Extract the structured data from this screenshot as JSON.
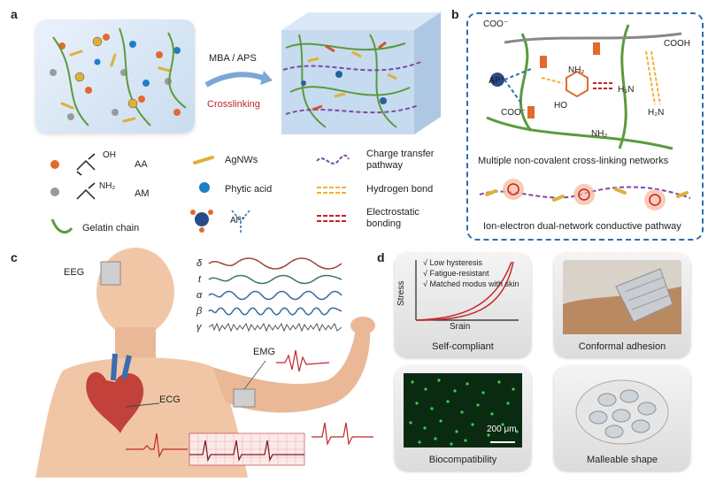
{
  "panels": {
    "a": "a",
    "b": "b",
    "c": "c",
    "d": "d"
  },
  "panel_a": {
    "process_top": "MBA / APS",
    "process_bottom": "Crosslinking",
    "legend": {
      "aa": "AA",
      "am": "AM",
      "oh": "OH",
      "nh2": "NH₂",
      "gelatin": "Gelatin chain",
      "agnws": "AgNWs",
      "phytic": "Phytic acid",
      "al": "Al³⁺",
      "charge": "Charge transfer\npathway",
      "hbond": "Hydrogen bond",
      "electro": "Electrostatic\nbonding"
    }
  },
  "panel_b": {
    "top_caption": "Multiple non-covalent cross-linking networks",
    "bottom_caption": "Ion-electron dual-network conductive pathway",
    "labels": {
      "coo1": "COO⁻",
      "al": "Al³⁺",
      "coo2": "COO⁻",
      "nh2a": "NH₂",
      "h3n": "H₃N",
      "cooh": "COOH",
      "h2n": "H₂N",
      "nh2b": "NH₂",
      "oh": "HO"
    }
  },
  "panel_c": {
    "eeg": "EEG",
    "emg": "EMG",
    "ecg": "ECG",
    "waves": [
      "δ",
      "t",
      "α",
      "β",
      "γ"
    ]
  },
  "panel_d": {
    "cards": [
      {
        "caption": "Self-compliant"
      },
      {
        "caption": "Conformal adhesion"
      },
      {
        "caption": "Biocompatibility"
      },
      {
        "caption": "Malleable shape"
      }
    ],
    "graph": {
      "ylabel": "Stress",
      "xlabel": "Srain",
      "checks": [
        "√  Low hysteresis",
        "√  Fatigue-resistant",
        "√  Matched modus with skin"
      ]
    },
    "scale_bar": "200 μm"
  },
  "colors": {
    "accent_red": "#c0262c",
    "dashed_blue": "#2a6fb0",
    "gel_green": "#5b9a3c",
    "agnw": "#e0b03a"
  }
}
